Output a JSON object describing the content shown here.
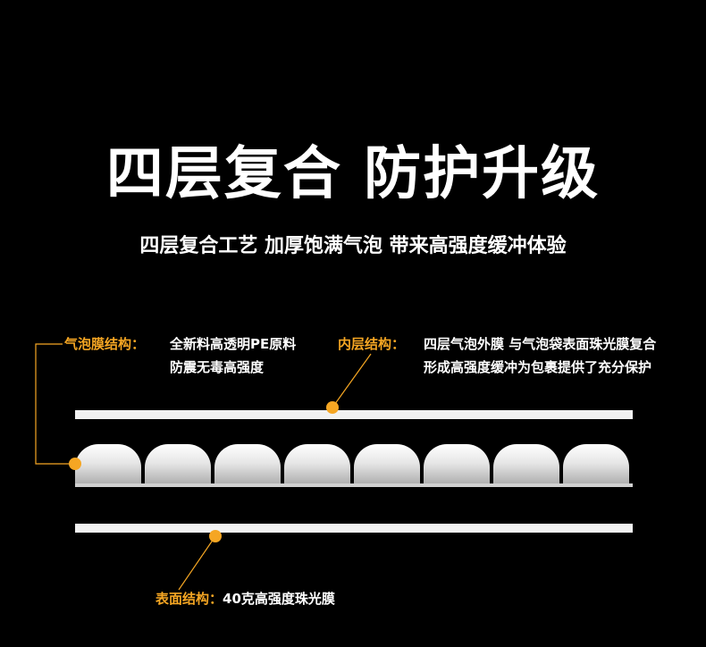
{
  "title": "四层复合 防护升级",
  "subtitle": "四层复合工艺 加厚饱满气泡 带来高强度缓冲体验",
  "bubble_layer": {
    "heading": "气泡膜结构：",
    "lines": [
      "全新料高透明PE原料",
      "防震无毒高强度"
    ]
  },
  "inner_layer": {
    "heading": "内层结构：",
    "lines": [
      "四层气泡外膜 与气泡袋表面珠光膜复合",
      "形成高强度缓冲为包裹提供了充分保护"
    ]
  },
  "surface_layer": {
    "heading": "表面结构：",
    "text": "40克高强度珠光膜"
  },
  "colors": {
    "accent": "#f5a623",
    "background": "#000000",
    "text": "#ffffff"
  }
}
